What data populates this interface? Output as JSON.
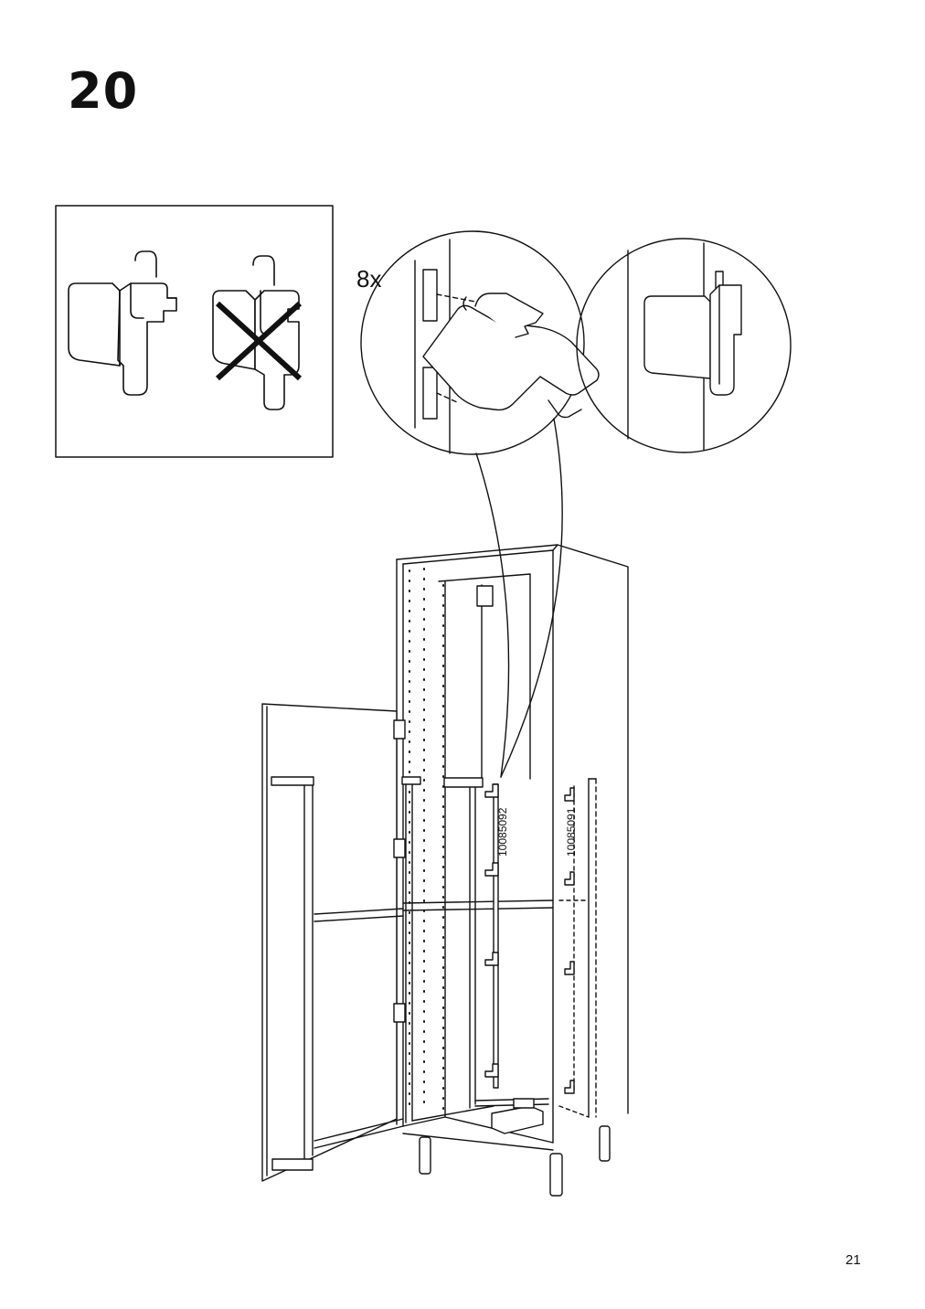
{
  "step": {
    "number": "20",
    "quantity": "8x"
  },
  "parts": {
    "left_rail": "10085092",
    "right_rail": "10085091"
  },
  "page": {
    "number": "21"
  }
}
